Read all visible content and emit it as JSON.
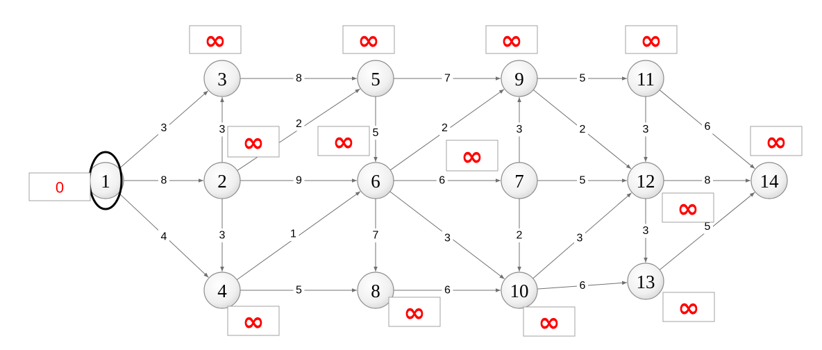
{
  "diagram": {
    "colors": {
      "distance_text": "#ff0000",
      "node_border": "#8c8c8c",
      "edge": "#707070",
      "highlight": "#000000"
    },
    "highlighted_node": "1",
    "nodes": [
      {
        "id": "1",
        "label": "1",
        "distance": "0"
      },
      {
        "id": "2",
        "label": "2",
        "distance": "∞"
      },
      {
        "id": "3",
        "label": "3",
        "distance": "∞"
      },
      {
        "id": "4",
        "label": "4",
        "distance": "∞"
      },
      {
        "id": "5",
        "label": "5",
        "distance": "∞"
      },
      {
        "id": "6",
        "label": "6",
        "distance": "∞"
      },
      {
        "id": "7",
        "label": "7",
        "distance": "∞"
      },
      {
        "id": "8",
        "label": "8",
        "distance": "∞"
      },
      {
        "id": "9",
        "label": "9",
        "distance": "∞"
      },
      {
        "id": "10",
        "label": "10",
        "distance": "∞"
      },
      {
        "id": "11",
        "label": "11",
        "distance": "∞"
      },
      {
        "id": "12",
        "label": "12",
        "distance": "∞"
      },
      {
        "id": "13",
        "label": "13",
        "distance": "∞"
      },
      {
        "id": "14",
        "label": "14",
        "distance": "∞"
      }
    ],
    "edges": [
      {
        "from": "1",
        "to": "3",
        "weight": "3"
      },
      {
        "from": "1",
        "to": "2",
        "weight": "8"
      },
      {
        "from": "1",
        "to": "4",
        "weight": "4"
      },
      {
        "from": "2",
        "to": "3",
        "weight": "3"
      },
      {
        "from": "2",
        "to": "5",
        "weight": "2"
      },
      {
        "from": "2",
        "to": "6",
        "weight": "9"
      },
      {
        "from": "2",
        "to": "4",
        "weight": "3"
      },
      {
        "from": "3",
        "to": "5",
        "weight": "8"
      },
      {
        "from": "4",
        "to": "6",
        "weight": "1"
      },
      {
        "from": "4",
        "to": "8",
        "weight": "5"
      },
      {
        "from": "5",
        "to": "9",
        "weight": "7"
      },
      {
        "from": "5",
        "to": "6",
        "weight": "5"
      },
      {
        "from": "6",
        "to": "9",
        "weight": "2"
      },
      {
        "from": "6",
        "to": "7",
        "weight": "6"
      },
      {
        "from": "6",
        "to": "8",
        "weight": "7"
      },
      {
        "from": "6",
        "to": "10",
        "weight": "3"
      },
      {
        "from": "7",
        "to": "9",
        "weight": "3"
      },
      {
        "from": "7",
        "to": "12",
        "weight": "5"
      },
      {
        "from": "7",
        "to": "10",
        "weight": "2"
      },
      {
        "from": "8",
        "to": "10",
        "weight": "6"
      },
      {
        "from": "9",
        "to": "11",
        "weight": "5"
      },
      {
        "from": "9",
        "to": "12",
        "weight": "2"
      },
      {
        "from": "10",
        "to": "12",
        "weight": "3"
      },
      {
        "from": "10",
        "to": "13",
        "weight": "6"
      },
      {
        "from": "11",
        "to": "12",
        "weight": "3"
      },
      {
        "from": "11",
        "to": "14",
        "weight": "6"
      },
      {
        "from": "12",
        "to": "14",
        "weight": "8"
      },
      {
        "from": "12",
        "to": "13",
        "weight": "3"
      },
      {
        "from": "13",
        "to": "14",
        "weight": "5"
      }
    ]
  }
}
